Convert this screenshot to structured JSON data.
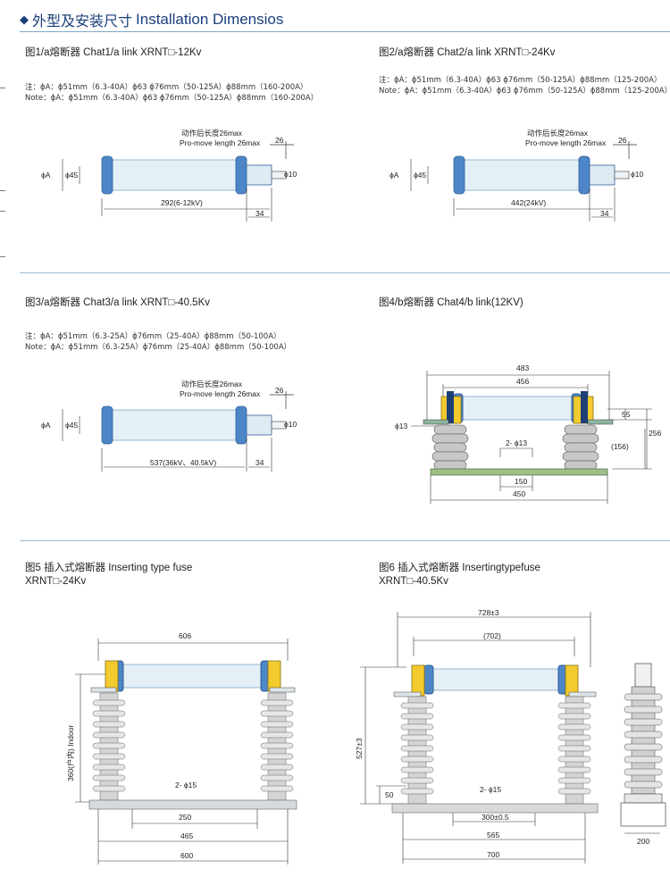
{
  "header": {
    "title_cn": "外型及安装尺寸",
    "title_en": "Installation Dimensios"
  },
  "fig1": {
    "caption": "图1/a熔断器 Chat1/a link  XRNT□-12Kv",
    "note_cn": "注：ϕA：ϕ51mm（6.3-40A）ϕ63  ϕ76mm（50-125A）ϕ88mm（160-200A）",
    "note_en": "Note：ϕA：ϕ51mm（6.3-40A）ϕ63  ϕ76mm（50-125A）ϕ88mm（160-200A）",
    "premove_cn": "动作后长度26max",
    "premove_en": "Pro-move length 26max",
    "dim_26": "26",
    "dim_phiA": "ϕA",
    "dim_phi45": "ϕ45",
    "dim_phi10": "ϕ10",
    "dim_length": "292(6-12kV)",
    "dim_34": "34"
  },
  "fig2": {
    "caption": "图2/a熔断器 Chat2/a link  XRNT□-24Kv",
    "note_cn": "注：ϕA：ϕ51mm（6.3-40A）ϕ63  ϕ76mm（50-125A）ϕ88mm（125-200A）",
    "note_en": "Note：ϕA：ϕ51mm（6.3-40A）ϕ63  ϕ76mm（50-125A）ϕ88mm（125-200A）",
    "premove_cn": "动作后长度26max",
    "premove_en": "Pro-move length 26max",
    "dim_26": "26",
    "dim_phiA": "ϕA",
    "dim_phi45": "ϕ45",
    "dim_phi10": "ϕ10",
    "dim_length": "442(24kV)",
    "dim_34": "34"
  },
  "fig3": {
    "caption": "图3/a熔断器 Chat3/a link  XRNT□-40.5Kv",
    "note_cn": "注：ϕA：ϕ51mm（6.3-25A）ϕ76mm（25-40A）ϕ88mm（50-100A）",
    "note_en": "Note：ϕA：ϕ51mm（6.3-25A）ϕ76mm（25-40A）ϕ88mm（50-100A）",
    "premove_cn": "动作后长度26max",
    "premove_en": "Pro-move length 26max",
    "dim_26": "26",
    "dim_phiA": "ϕA",
    "dim_phi45": "ϕ45",
    "dim_phi10": "ϕ10",
    "dim_length": "537(36kV、40.5kV)",
    "dim_34": "34"
  },
  "fig4": {
    "caption": "图4/b熔断器 Chat4/b link(12KV)",
    "dim_483": "483",
    "dim_456": "456",
    "dim_phi13": "ϕ13",
    "dim_55": "55",
    "dim_256": "256",
    "dim_156": "(156)",
    "dim_2phi13": "2- ϕ13",
    "dim_150": "150",
    "dim_450": "450"
  },
  "fig5": {
    "caption1": "图5 插入式熔断器  Inserting type fuse",
    "caption2": "XRNT□-24Kv",
    "dim_606": "606",
    "dim_360": "360(户内) Indoor",
    "dim_2phi15": "2- ϕ15",
    "dim_250": "250",
    "dim_465": "465",
    "dim_600": "600"
  },
  "fig6": {
    "caption1": "图6 插入式熔断器  Insertingtypefuse",
    "caption2": "XRNT□-40.5Kv",
    "dim_728": "728±3",
    "dim_702": "(702)",
    "dim_527": "527±3",
    "dim_50": "50",
    "dim_2phi15": "2- ϕ15",
    "dim_300": "300±0.5",
    "dim_565": "565",
    "dim_700": "700",
    "dim_200": "200"
  },
  "colors": {
    "title_blue": "#1b3f7a",
    "fuse_body": "#e4f0f6",
    "fuse_cap": "#4d86c6",
    "insulator": "#c8c8c8",
    "base_green": "#9dbf8a",
    "bracket_yellow": "#f2cc2e",
    "base_grey": "#d6dadd"
  }
}
